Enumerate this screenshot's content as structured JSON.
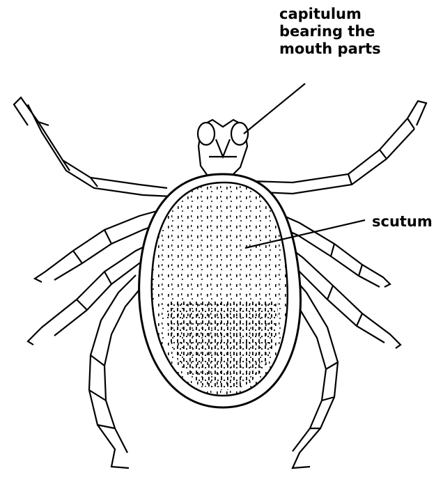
{
  "labels": {
    "capitulum": [
      "capitulum",
      "bearing the",
      "mouth parts"
    ],
    "scutum": "scutum"
  },
  "colors": {
    "ink": "#000000",
    "paper": "#ffffff"
  },
  "illustration": "tick-body-icon"
}
